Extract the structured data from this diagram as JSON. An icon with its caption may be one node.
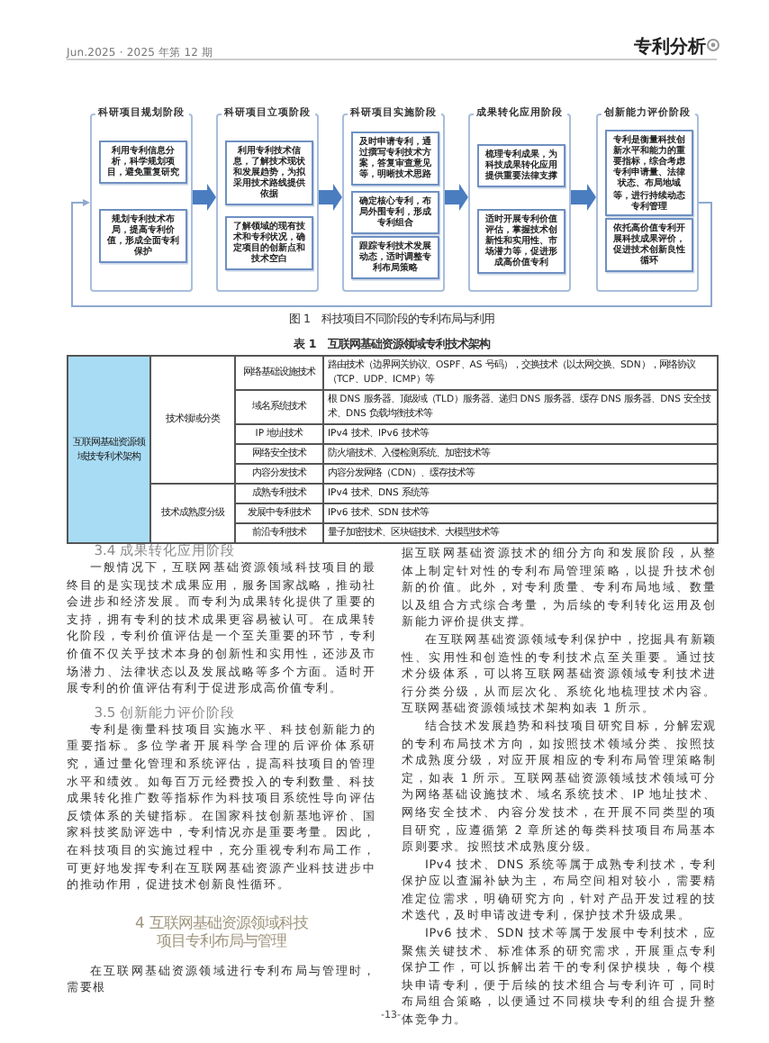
{
  "diagram": {
    "caption": "图 1　科技项目不同阶段的专利布局与利用",
    "nodes": [
      {
        "text": [
          "科研项目规划阶段"
        ]
      },
      {
        "text": [
          "利用专利信息分析，科学规划项目，避免重复研究"
        ],
        "in": 0
      },
      {
        "text": [
          "规划专利技术布局，提高专利价值，形成全面专利保护"
        ],
        "in": 0
      },
      {
        "text": [
          "科研项目立项阶段"
        ]
      },
      {
        "text": [
          "利用专利技术信息，了解技术现状和发展趋势，为拟采用技术路线提供依据"
        ],
        "in": 3
      },
      {
        "text": [
          "了解领域的现有技术和专利状况，确定项目的创新点和技术空白"
        ],
        "in": 3
      },
      {
        "text": [
          "科研项目实施阶段"
        ]
      },
      {
        "text": [
          "及时申请专利，通过撰写专利技术方案，答复审查意见等，明晰技术思路"
        ],
        "in": 6
      },
      {
        "text": [
          "确定核心专利，布局外围专利，形成专利组合"
        ],
        "in": 6
      },
      {
        "text": [
          "跟踪专利技术发展动态，适时调整专利布局策略"
        ],
        "in": 6
      },
      {
        "text": [
          "成果转化应用阶段"
        ]
      },
      {
        "text": [
          "梳理专利成果，为科技成果转化应用提供重要法律支撑"
        ],
        "in": 10
      },
      {
        "text": [
          "适时开展专利价值评估，掌握技术创新性和实用性、市场潜力等，促进形成高价值专利"
        ],
        "in": 10
      },
      {
        "text": [
          "创新能力评价阶段"
        ]
      },
      {
        "text": [
          "专利是衡量科技创新水平和能力的重要指标，综合考虑专利申请量、法律状态、布局地域等，进行持续动态专利管理"
        ],
        "in": 13
      },
      {
        "text": [
          "依托高价值专利开展科技成果评价，促进技术创新良性循环"
        ],
        "in": 13
      }
    ],
    "edges": [
      {
        "from": 0,
        "to": 3,
        "arrow": "to"
      },
      {
        "from": 3,
        "to": 6,
        "arrow": "to"
      },
      {
        "from": 6,
        "to": 10,
        "arrow": "to"
      },
      {
        "from": 10,
        "to": 13,
        "arrow": "to"
      },
      {
        "from": 13,
        "to": 0,
        "arrow": "to",
        "color": "#8fa9cf"
      }
    ],
    "labels": [
      "Jun.2025 · 2025 年第 12 期",
      "专利分析",
      "表 1　互联网基础资源领域专利技术架构",
      "互联网基础资源领域技专利术架构",
      "技术领域分类",
      "网络基础设施技术",
      "路由技术（边界网关协议、OSPF、AS 号码），交换技术（以太网交换、SDN），网络协议（TCP、UDP、ICMP）等",
      "域名系统技术",
      "根 DNS 服务器、顶级域（TLD）服务器、递归 DNS 服务器、缓存 DNS 服务器、DNS 安全技术、DNS 负载均衡技术等",
      "IP 地址技术",
      "IPv4 技术、IPv6 技术等",
      "网络安全技术",
      "防火墙技术、入侵检测系统、加密技术等",
      "内容分发技术",
      "内容分发网络（CDN）、缓存技术等",
      "技术成熟度分级",
      "成熟专利技术",
      "IPv4 技术、DNS 系统等",
      "发展中专利技术",
      "IPv6 技术、SDN 技术等",
      "前沿专利技术",
      "量子加密技术、区块链技术、大模型技术等",
      "3.4 成果转化应用阶段",
      "一般情况下，互联网基础资源领域科技项目的最终目的是实现技术成果应用，服务国家战略，推动社会进步和经济发展。而专利为成果转化提供了重要的支持，拥有专利的技术成果更容易被认可。在成果转化阶段，专利价值评估是一个至关重要的环节，专利价值不仅关乎技术本身的创新性和实用性，还涉及市场潜力、法律状态以及发展战略等多个方面。适时开展专利的价值评估有利于促进形成高价值专利。",
      "3.5 创新能力评价阶段",
      "专利是衡量科技项目实施水平、科技创新能力的重要指标。多位学者开展科学合理的后评价体系研究，通过量化管理和系统评估，提高科技项目的管理水平和绩效。如每百万元经费投入的专利数量、科技成果转化推广数等指标作为科技项目系统性导向评估反馈体系的关键指标。在国家科技创新基地评价、国家科技奖励评选中，专利情况亦是重要考量。因此，在科技项目的实施过程中，充分重视专利布局工作，可更好地发挥专利在互联网基础资源产业科技进步中的推动作用，促进技术创新良性循环。",
      "4 互联网基础资源领域科技项目专利布局与管理",
      "在互联网基础资源领域进行专利布局与管理时，需要根",
      "据互联网基础资源技术的细分方向和发展阶段，从整体上制定针对性的专利布局管理策略，以提升技术创新的价值。此外，对专利质量、专利布局地域、数量以及组合方式综合考量，为后续的专利转化运用及创新能力评价提供支撑。",
      "在互联网基础资源领域专利保护中，挖掘具有新颖性、实用性和创造性的专利技术点至关重要。通过技术分级体系，可以将互联网基础资源领域专利技术进行分类分级，从而层次化、系统化地梳理技术内容。互联网基础资源领域技术架构如表 1 所示。",
      "结合技术发展趋势和科技项目研究目标，分解宏观的专利布局技术方向，如按照技术领域分类、按照技术成熟度分级，对应开展相应的专利布局管理策略制定，如表 1 所示。互联网基础资源领域技术领域可分为网络基础设施技术、域名系统技术、IP 地址技术、网络安全技术、内容分发技术，在开展不同类型的项目研究，应遵循第 2 章所述的每类科技项目布局基本原则要求。按照技术成熟度分级。",
      "IPv4 技术、DNS 系统等属于成熟专利技术，专利保护应以查漏补缺为主，布局空间相对较小，需要精准定位需求，明确研究方向，针对产品开发过程的技术迭代，及时申请改进专利，保护技术升级成果。",
      "IPv6 技术、SDN 技术等属于发展中专利技术，应聚焦关键技术、标准体系的研究需求，开展重点专利保护工作，可以拆解出若干的专利保护模块，每个模块申请专利，便于后续的技术组合与专利许可，同时布局组合策略，以便通过不同模块专利的组合提升整体竞争力。",
      "-13-"
    ]
  }
}
